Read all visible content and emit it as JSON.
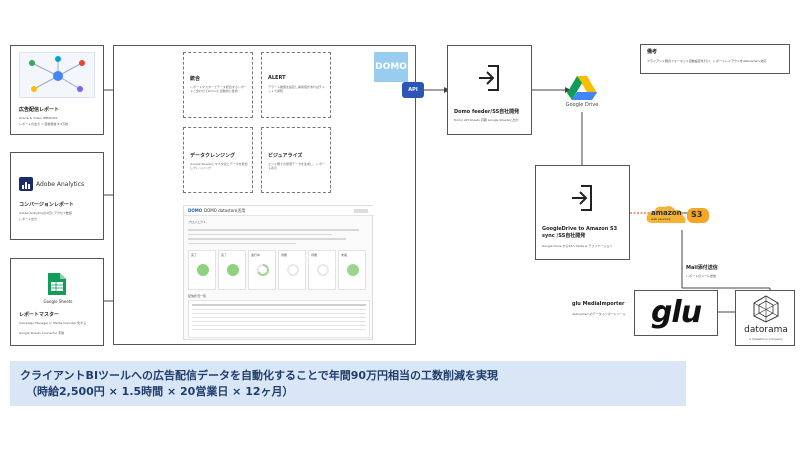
{
  "sources": {
    "ad": {
      "title": "広告配信レポート",
      "line1": "Oracle & Video, BBKPOS1",
      "line2": "レポートの出力 > 自動受信 8.5万枚"
    },
    "conv": {
      "logo_text": "Adobe Analytics",
      "title": "コンバージョンレポート",
      "line1": "Adobe Analyticsの1日にアクセス数値",
      "line2": "レポート出力"
    },
    "master": {
      "logo_text": "Google Sheets",
      "title": "レポートマスター",
      "line1": "Campaign Manager に Media Importer 化する",
      "line2": "Google Sheets Connector 手動"
    }
  },
  "panels": {
    "aggregate": {
      "title": "統合",
      "desc": "レポートマスターでデータ統合するレポートと合わせてDomoに自動的に集約"
    },
    "alert": {
      "title": "ALERT",
      "desc": "アラート閾値を設定し異常値があればチャットで通知"
    },
    "cleansing": {
      "title": "データクレンジング",
      "desc": "Google Sheetsとマスタ表とデータを統合しクレンジング"
    },
    "visualize": {
      "title": "ビジュアライズ",
      "desc": "エンド側での受領データを生成し、レポート表示"
    }
  },
  "dashboard": {
    "brand": "DOMO",
    "app": "DOMO datastore活用",
    "section1": "プロジェクト",
    "section2": "配信状況一覧",
    "cards": [
      "完了",
      "完了",
      "進行中",
      "待機",
      "待機",
      "未着"
    ]
  },
  "domo": {
    "logo": "DOMO",
    "api": "API"
  },
  "nodes": {
    "feeder": {
      "title": "Domo feeder/SS自社開発",
      "desc": "Domo API Sheets 同期 Google Sheetsに出力"
    },
    "gdrive": {
      "label": "Google Drive"
    },
    "s3sync": {
      "title": "GoogleDrive to Amazon S3 sync /SS自社開発",
      "desc": "Google Drive からS3へ Node.js アプリケーション"
    },
    "s3": {
      "brand": "amazon",
      "sub": "web services",
      "badge": "S3"
    },
    "mail": {
      "title": "Mail添付送信",
      "desc": "レポートのメール送信"
    },
    "glu": {
      "title": "glu MediaImporter",
      "desc": "datoramaへのデータインポートツール",
      "logo": "glu"
    },
    "datorama": {
      "logo": "datorama",
      "sub": "A Salesforce Company"
    }
  },
  "note": {
    "title": "備考",
    "text": "クライアント側のフォーマット自動設定を行い、レポートレイアウトをdatoramaへ対応"
  },
  "banner": {
    "line1": "クライアントBIツールへの広告配信データを自動化することで年間90万円相当の工数削減を実現",
    "line2": "（時給2,500円 × 1.5時間 × 20営業日 × 12ヶ月）"
  }
}
